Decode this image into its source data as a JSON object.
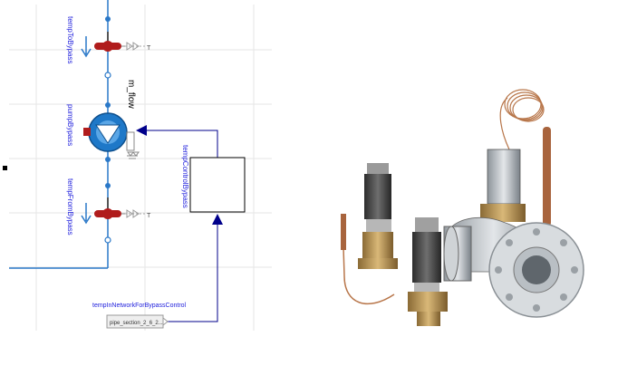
{
  "diagram": {
    "components": {
      "temp_to_bypass": "tempToBypass",
      "pump_bypass": "pumpBypass",
      "temp_from_bypass": "tempFromBypass",
      "temp_control_bypass": "tempControlBypass",
      "temp_in_network": "tempInNetworkForBypassControl",
      "pipe_block": "pipe_section_2_6_2..."
    },
    "signals": {
      "m_flow": "m_flow",
      "sensor_out_T_top": "T",
      "sensor_out_T_bottom": "T"
    },
    "colors": {
      "wire": "#2a78c8",
      "signal": "#00008b",
      "heater": "#b01c1c",
      "pump": "#1e78c8",
      "label": "#2222dd"
    }
  },
  "photo": {
    "subject_icon": "thermostatic-valve-photo"
  }
}
